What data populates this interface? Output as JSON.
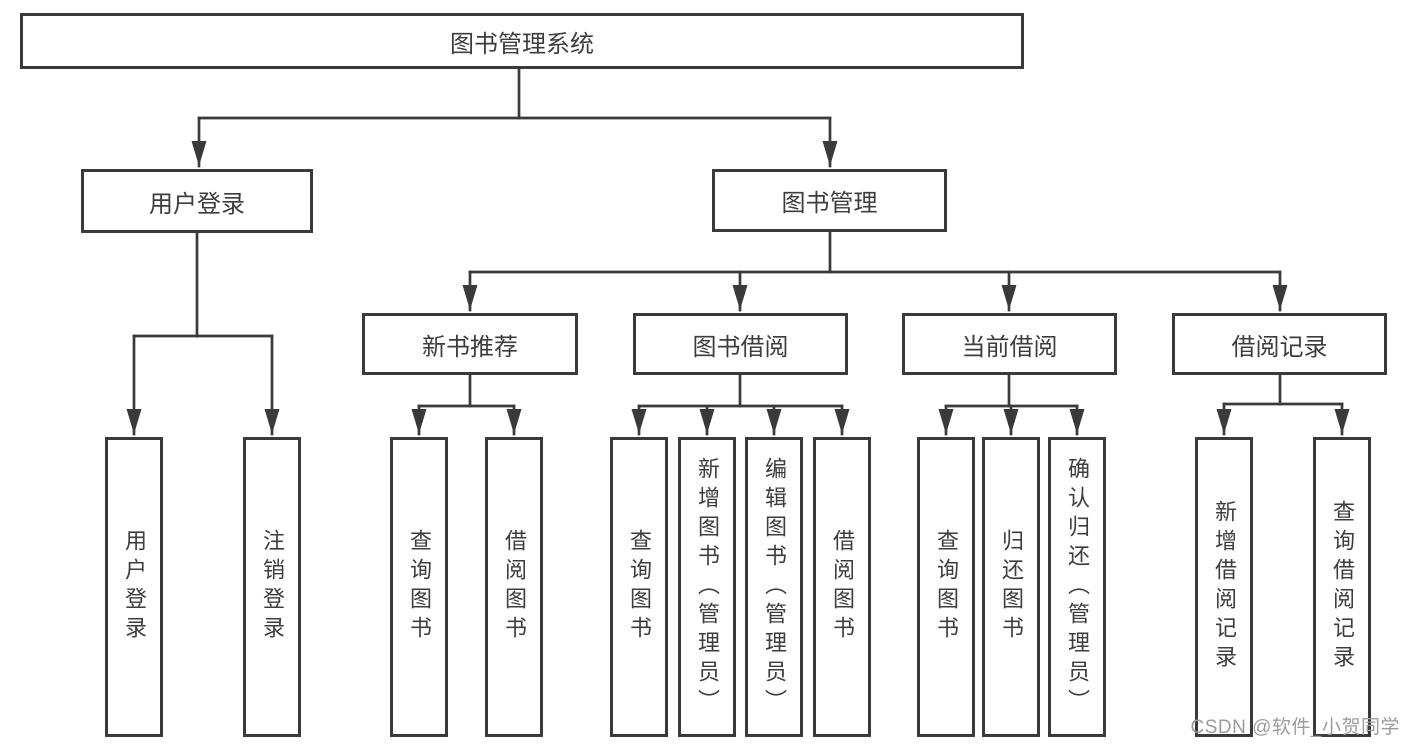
{
  "diagram": {
    "type": "hierarchy-tree",
    "root": {
      "label": "图书管理系统",
      "children": [
        {
          "label": "用户登录",
          "children": [
            {
              "label": "用户登录"
            },
            {
              "label": "注销登录"
            }
          ]
        },
        {
          "label": "图书管理",
          "children": [
            {
              "label": "新书推荐",
              "children": [
                {
                  "label": "查询图书"
                },
                {
                  "label": "借阅图书"
                }
              ]
            },
            {
              "label": "图书借阅",
              "children": [
                {
                  "label": "查询图书"
                },
                {
                  "label": "新增图书（管理员）"
                },
                {
                  "label": "编辑图书（管理员）"
                },
                {
                  "label": "借阅图书"
                }
              ]
            },
            {
              "label": "当前借阅",
              "children": [
                {
                  "label": "查询图书"
                },
                {
                  "label": "归还图书"
                },
                {
                  "label": "确认归还（管理员）"
                }
              ]
            },
            {
              "label": "借阅记录",
              "children": [
                {
                  "label": "新增借阅记录"
                },
                {
                  "label": "查询借阅记录"
                }
              ]
            }
          ]
        }
      ]
    },
    "colors": {
      "line": "#3a3a3a",
      "box_border": "#3a3a3a",
      "text": "#3d3d3d",
      "background": "#ffffff",
      "watermark": "#9c9c9c"
    }
  },
  "watermark": {
    "text": "CSDN @软件_小贺同学"
  }
}
